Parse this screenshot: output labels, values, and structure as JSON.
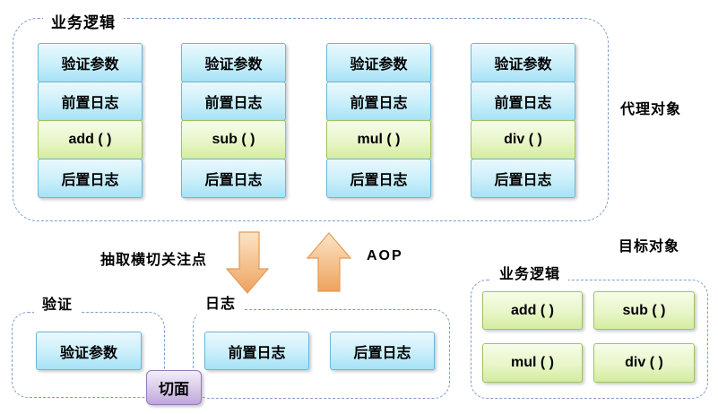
{
  "proxy_group": {
    "label": "业务逻辑",
    "side_label": "代理对象",
    "columns": [
      {
        "rows": [
          "验证参数",
          "前置日志",
          "add ( )",
          "后置日志"
        ]
      },
      {
        "rows": [
          "验证参数",
          "前置日志",
          "sub ( )",
          "后置日志"
        ]
      },
      {
        "rows": [
          "验证参数",
          "前置日志",
          "mul ( )",
          "后置日志"
        ]
      },
      {
        "rows": [
          "验证参数",
          "前置日志",
          "div ( )",
          "后置日志"
        ]
      }
    ]
  },
  "middle": {
    "extract_label": "抽取横切关注点",
    "aop_label": "AOP",
    "down_arrow_icon": "arrow-down",
    "up_arrow_icon": "arrow-up"
  },
  "validation_group": {
    "label": "验证",
    "items": [
      "验证参数"
    ]
  },
  "logging_group": {
    "label": "日志",
    "items": [
      "前置日志",
      "后置日志"
    ]
  },
  "aspect_badge": {
    "label": "切面"
  },
  "target_group": {
    "header": "目标对象",
    "label": "业务逻辑",
    "items": [
      "add ( )",
      "sub ( )",
      "mul ( )",
      "div ( )"
    ]
  },
  "colors": {
    "blue_box_top": "#eaf8fd",
    "blue_box_bottom": "#a6e2f6",
    "blue_box_border": "#6cb6d6",
    "green_box_top": "#f6fce8",
    "green_box_bottom": "#d4ec9e",
    "green_box_border": "#9ec45f",
    "purple_box_top": "#f2edf9",
    "purple_box_bottom": "#bfa6da",
    "purple_box_border": "#9878b8",
    "arrow_gradient_top": "#fce4c6",
    "arrow_gradient_bottom": "#eea25e",
    "arrow_stroke": "#e39a55",
    "dashed_border": "#7d9dc8",
    "text": "#000000"
  }
}
